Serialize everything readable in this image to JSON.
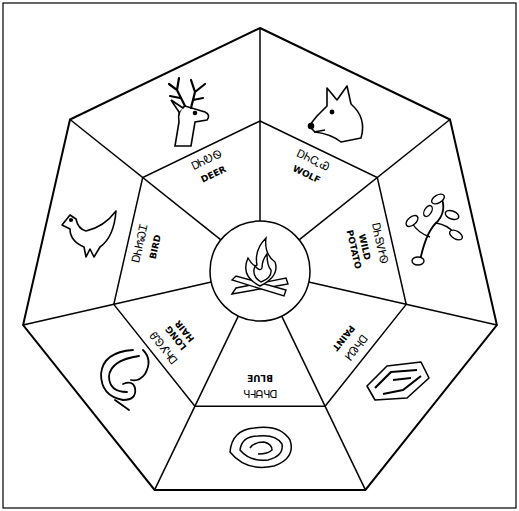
{
  "diagram": {
    "nodes": [
      {
        "text": [
          "ᎠᏂᎧᏫ",
          "DEER"
        ]
      },
      {
        "text": [
          "ᎠᏂᏩᏯ",
          "WOLF"
        ]
      },
      {
        "text": [
          "ᎠᏂᎦᏙᎨᏫ",
          "WILD POTATO"
        ]
      },
      {
        "text": [
          "ᎠᏂᏬᏗ",
          "PAINT"
        ]
      },
      {
        "text": [
          "ᎠᏂᏌᎰᏂ",
          "BLUE"
        ]
      },
      {
        "text": [
          "ᎠᏂᎩᎶᎯ",
          "LONG HAIR"
        ]
      },
      {
        "text": [
          "ᎠᏂᏥᏍᏆ",
          "BIRD"
        ]
      }
    ]
  }
}
